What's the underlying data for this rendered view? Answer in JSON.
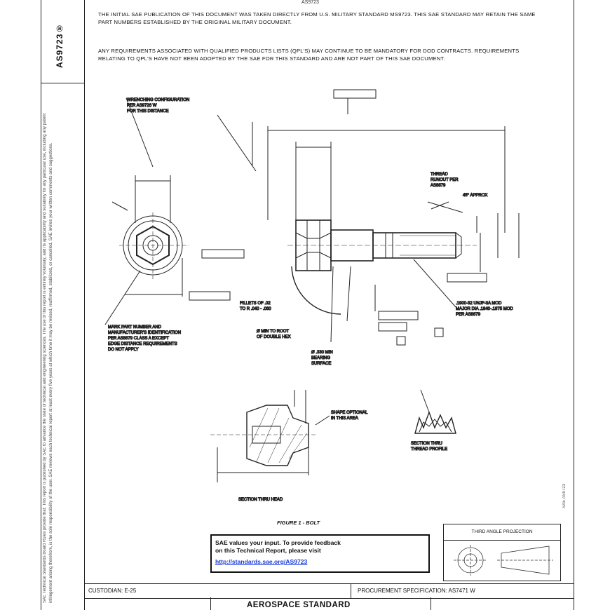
{
  "document": {
    "number": "AS9723®",
    "top_label": "AS9723",
    "legal_text": "SAE Technical Standards Board Rules provide that: This report is published by SAE to advance the state of technical and engineering sciences. The use of this report is entirely voluntary, and its applicability and suitability for any particular use, including any patent infringement arising therefrom, is the sole responsibility of the user. SAE reviews each technical report at least every five years at which time it may be revised, reaffirmed, stabilized, or cancelled. SAE invites your written comments and suggestions.",
    "side_code": "SAE AS9723"
  },
  "notes": {
    "note1": "THE INITIAL SAE PUBLICATION OF THIS DOCUMENT WAS TAKEN DIRECTLY FROM U.S. MILITARY STANDARD MS9723. THIS SAE STANDARD MAY RETAIN THE SAME PART NUMBERS ESTABLISHED BY THE ORIGINAL MILITARY DOCUMENT.",
    "note2": "ANY REQUIREMENTS ASSOCIATED WITH QUALIFIED PRODUCTS LISTS (QPL'S) MAY CONTINUE TO BE MANDATORY FOR DoD CONTRACTS. REQUIREMENTS RELATING TO QPL'S HAVE NOT BEEN ADOPTED BY THE SAE FOR THIS STANDARD AND ARE NOT PART OF THIS SAE DOCUMENT."
  },
  "drawing": {
    "callouts": {
      "wrenching": "WRENCHING CONFIGURATION",
      "per": "PER AS9726 W",
      "for_this": "FOR THIS DISTANCE",
      "thread_runout": "THREAD",
      "runout_per": "RUNOUT PER",
      "as8879": "AS8879",
      "approx": "45° APPROX",
      "mark": "MARK PART NUMBER AND",
      "mark2": "MANUFACTURER'S IDENTIFICATION",
      "mark3": "PER AS8879 CLASS A EXCEPT",
      "mark4": "EDGE DISTANCE REQUIREMENTS",
      "mark5": "DO NOT APPLY",
      "fillet": "FILLETS OF .02",
      "fillet2": "TO R .040 - .060",
      "dia_min": "Ø MIN TO ROOT",
      "dia_min2": "OF DOUBLE HEX",
      "bearing": "Ø .330 MIN",
      "bearing2": "BEARING",
      "bearing3": "SURFACE",
      "thread": ".1900-32 UNJF-3A MOD",
      "thread2": "MAJOR DIA .1840-.1875 MOD",
      "thread3": "PER AS8879",
      "shape": "SHAPE OPTIONAL",
      "shape2": "IN THIS AREA",
      "section_head": "SECTION THRU HEAD",
      "section_thread": "SECTION THRU",
      "section_thread2": "THREAD PROFILE"
    }
  },
  "figure_caption": "FIGURE 1 - BOLT",
  "third_angle": "THIRD ANGLE PROJECTION",
  "feedback": {
    "line1": "SAE values your input. To provide feedback",
    "line2": "on this Technical Report, please visit",
    "link": "http://standards.sae.org/AS9723"
  },
  "footer": {
    "custodian": "CUSTODIAN: E-25",
    "procurement": "PROCUREMENT SPECIFICATION: AS7471 W",
    "title": "AEROSPACE STANDARD"
  }
}
